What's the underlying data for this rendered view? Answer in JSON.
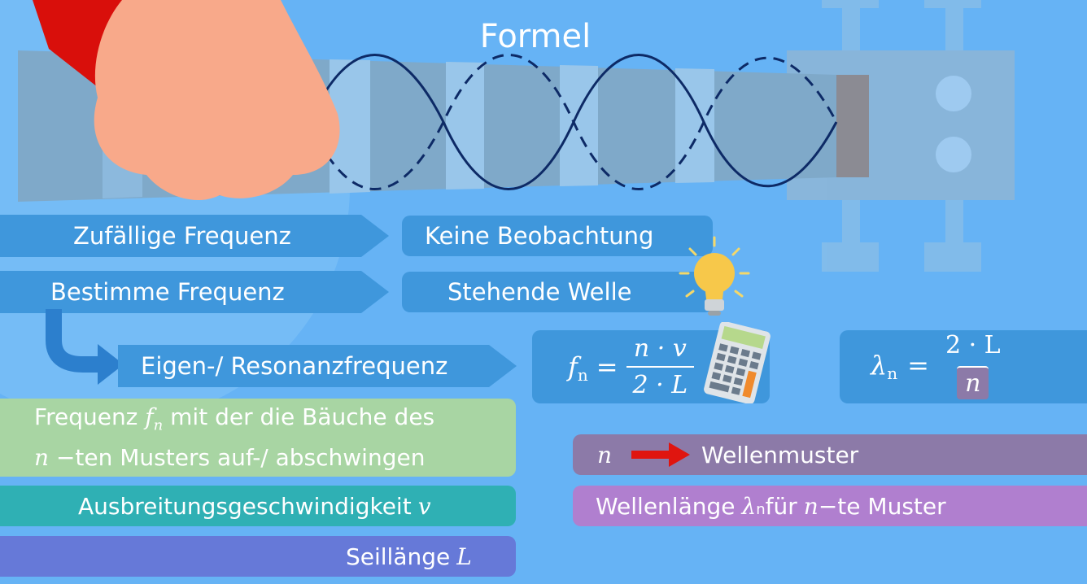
{
  "title": "Formel",
  "rows": {
    "random_freq": "Zufällige Frequenz",
    "no_observation": "Keine Beobachtung",
    "determine_freq": "Bestimme Frequenz",
    "standing_wave": "Stehende Welle",
    "eigen_freq": "Eigen-/ Resonanzfrequenz"
  },
  "formula_f": {
    "lhs": "f",
    "sub": "n",
    "eq": "=",
    "num": "n · v",
    "den": "2 · L"
  },
  "formula_lambda": {
    "lhs": "λ",
    "sub": "n",
    "eq": "=",
    "num": "2 · L",
    "den": "n"
  },
  "legend": {
    "freq_line1_a": "Frequenz ",
    "freq_sym": "f",
    "freq_sub": "n",
    "freq_line1_b": " mit der die Bäuche des",
    "freq_line2_sym": "n",
    "freq_line2": " −ten Musters auf-/ abschwingen",
    "speed": "Ausbreitungsgeschwindigkeit ",
    "speed_sym": "v",
    "length": "Seillänge ",
    "length_sym": "L",
    "n_sym": "n",
    "pattern": "Wellenmuster",
    "wavelength_a": "Wellenlänge ",
    "wavelength_sym": "λ",
    "wavelength_sub": "n",
    "wavelength_b": " für ",
    "wavelength_n": "n",
    "wavelength_c": " −te Muster"
  },
  "colors": {
    "background": "#66b3f5",
    "band": "#3f97dc",
    "green": "#a8d5a3",
    "teal": "#2fb0b4",
    "indigo": "#6679d8",
    "mauve": "#8c7aa8",
    "violet": "#b07fcf",
    "wave": "#0d2a66",
    "red_arrow": "#e0150f"
  }
}
